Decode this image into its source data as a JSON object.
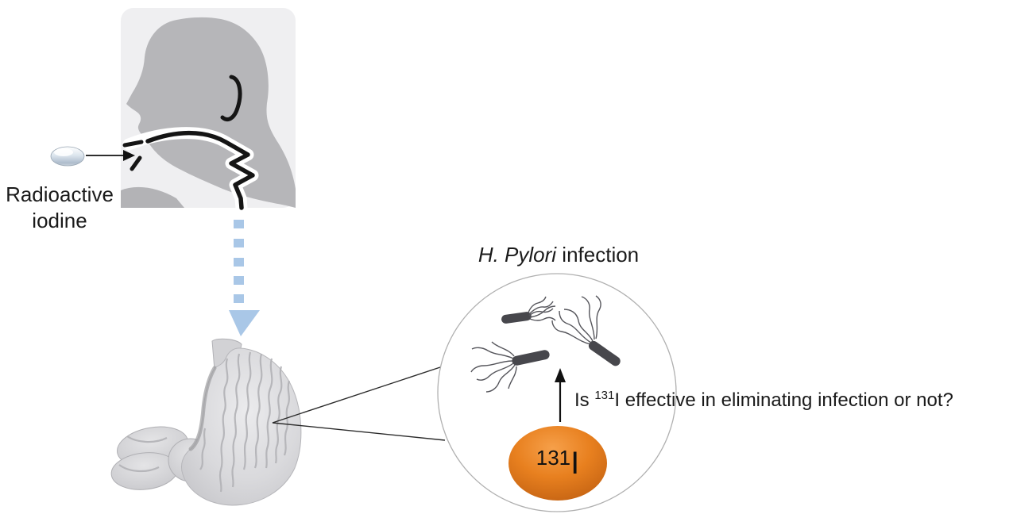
{
  "labels": {
    "radioactive_line1": "Radioactive",
    "radioactive_line2": "iodine",
    "infection_italic": "H. Pylori",
    "infection_regular": " infection",
    "question_prefix": "Is ",
    "question_isotope_mass": "131",
    "question_isotope_element": "I",
    "question_suffix": " effective in eliminating infection or not?",
    "badge_mass": "131",
    "badge_element": "I"
  },
  "icons": [
    "pill-icon",
    "head-silhouette-icon",
    "ear-icon",
    "mouth-icon",
    "throat-path-icon",
    "swallow-arrow-icon",
    "stomach-icon",
    "magnifier-circle-icon",
    "bacterium-icon",
    "up-arrow-icon",
    "isotope-ellipse-icon"
  ],
  "colors": {
    "background": "#ffffff",
    "panel_gray": "#efeff1",
    "silhouette_gray": "#b6b6b9",
    "arrow_blue": "#a9c7e7",
    "isotope_orange_light": "#f6a04a",
    "isotope_orange_dark": "#bc5c10",
    "bacteria_dark": "#47474c",
    "circle_stroke": "#b0b0b0",
    "text_black": "#1a1a1a"
  }
}
